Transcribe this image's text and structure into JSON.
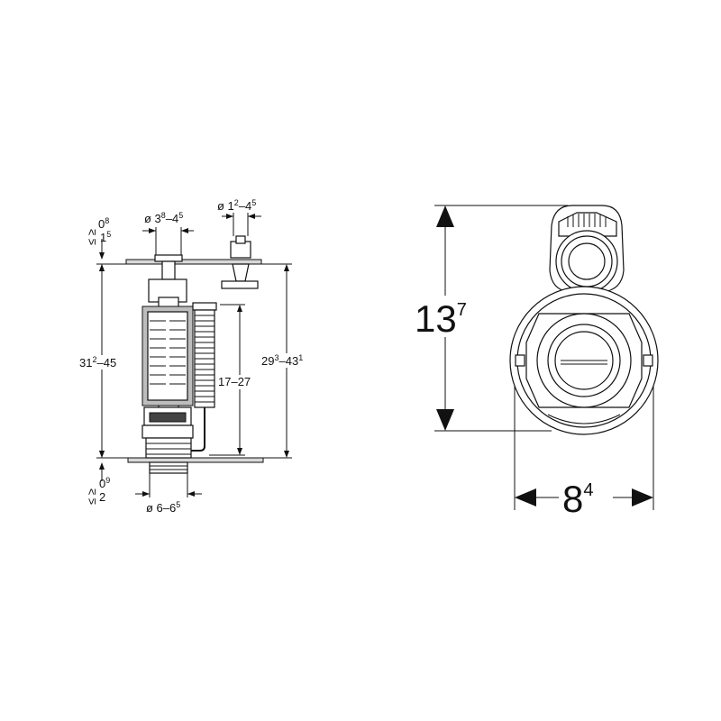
{
  "side_view": {
    "upper_clearance": "≥ 0⁸ ≤ 1⁵",
    "outlet_top_dia": "ø 3⁸–4⁵",
    "inlet_dia": "ø 1²–4⁵",
    "left_height": "31²–45",
    "right_height": "29³–43¹",
    "inner_height": "17–27",
    "lower_clearance": "≥ 0⁹ ≤ 2",
    "bottom_dia": "ø 6–6⁵"
  },
  "top_view": {
    "height": "13⁷",
    "width": "8⁴"
  }
}
